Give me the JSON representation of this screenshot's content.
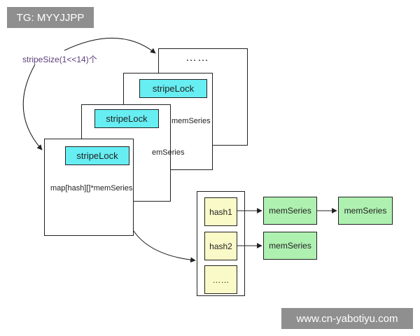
{
  "watermarks": {
    "top": "TG: MYYJJPP",
    "bottom": "www.cn-yabotiyu.com"
  },
  "stripe_size_label": "stripeSize(1<<14)个",
  "stripes": [
    {
      "lock": "stripeLock",
      "content": "map[hash][]*memSeries"
    },
    {
      "lock": "stripeLock",
      "content": "emSeries"
    },
    {
      "lock": "stripeLock",
      "content": "memSeries"
    },
    {
      "content": "……"
    }
  ],
  "hash_slots": [
    "hash1",
    "hash2",
    "……"
  ],
  "mem_series_nodes": [
    "memSeries",
    "memSeries",
    "memSeries"
  ],
  "colors": {
    "lock_fill": "#66eef2",
    "hash_fill": "#fafac8",
    "mem_fill": "#aef0b0",
    "label_color": "#5b3d7a"
  }
}
